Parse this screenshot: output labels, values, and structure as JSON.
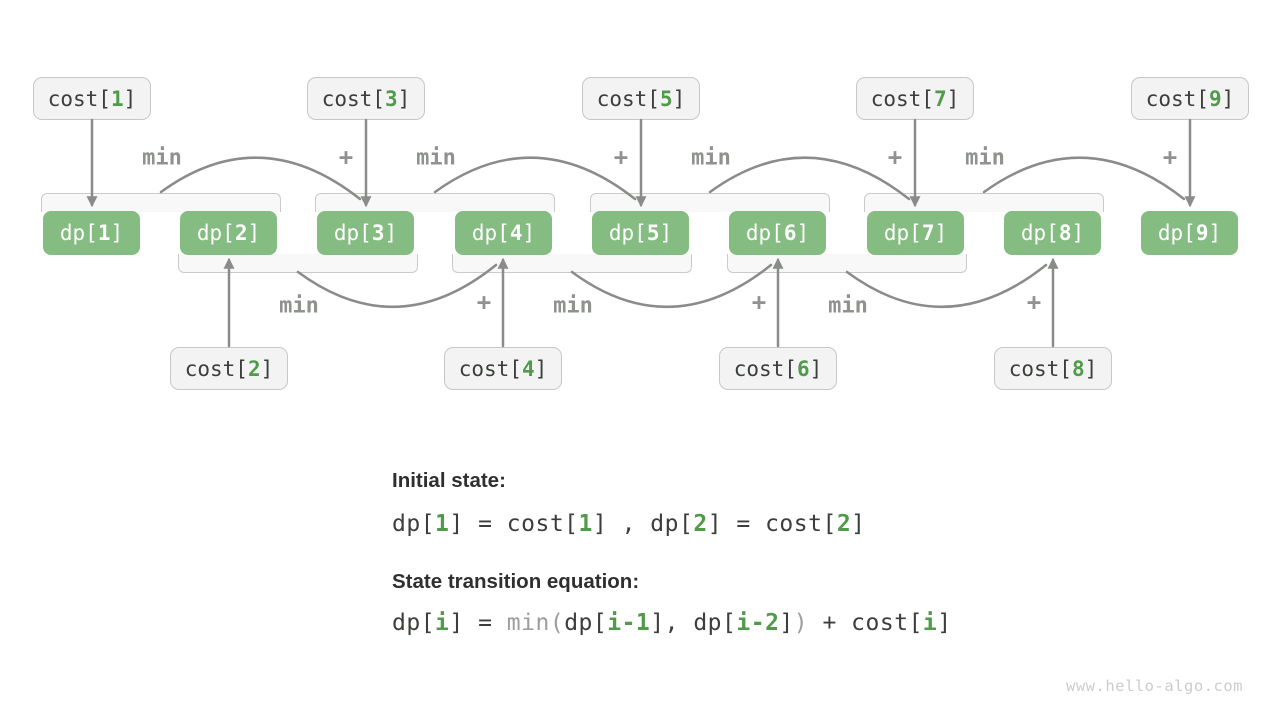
{
  "colors": {
    "dp_box_green": "#85bc82",
    "number_green": "#4f9b4a",
    "text_dark": "#3b3e3b",
    "arrow_gray": "#898c89",
    "operator_gray": "#8f928f",
    "equation_gray": "#9b9e9b",
    "cost_box_fill": "#f2f3f2",
    "bracket_fill": "#f7f8f7"
  },
  "diagram": {
    "min_label": "min",
    "plus_label": "+",
    "cost_boxes_top": [
      {
        "prefix": "cost[",
        "num": "1",
        "suffix": "]"
      },
      {
        "prefix": "cost[",
        "num": "3",
        "suffix": "]"
      },
      {
        "prefix": "cost[",
        "num": "5",
        "suffix": "]"
      },
      {
        "prefix": "cost[",
        "num": "7",
        "suffix": "]"
      },
      {
        "prefix": "cost[",
        "num": "9",
        "suffix": "]"
      }
    ],
    "cost_boxes_bottom": [
      {
        "prefix": "cost[",
        "num": "2",
        "suffix": "]"
      },
      {
        "prefix": "cost[",
        "num": "4",
        "suffix": "]"
      },
      {
        "prefix": "cost[",
        "num": "6",
        "suffix": "]"
      },
      {
        "prefix": "cost[",
        "num": "8",
        "suffix": "]"
      }
    ],
    "dp_boxes": [
      {
        "prefix": "dp[",
        "num": "1",
        "suffix": "]"
      },
      {
        "prefix": "dp[",
        "num": "2",
        "suffix": "]"
      },
      {
        "prefix": "dp[",
        "num": "3",
        "suffix": "]"
      },
      {
        "prefix": "dp[",
        "num": "4",
        "suffix": "]"
      },
      {
        "prefix": "dp[",
        "num": "5",
        "suffix": "]"
      },
      {
        "prefix": "dp[",
        "num": "6",
        "suffix": "]"
      },
      {
        "prefix": "dp[",
        "num": "7",
        "suffix": "]"
      },
      {
        "prefix": "dp[",
        "num": "8",
        "suffix": "]"
      },
      {
        "prefix": "dp[",
        "num": "9",
        "suffix": "]"
      }
    ]
  },
  "notes": {
    "initial_title": "Initial state:",
    "initial_eq": [
      {
        "t": "dp["
      },
      {
        "t": "1"
      },
      {
        "t": "] = cost["
      },
      {
        "t": "1"
      },
      {
        "t": "] , dp["
      },
      {
        "t": "2"
      },
      {
        "t": "] = cost["
      },
      {
        "t": "2"
      },
      {
        "t": "]"
      }
    ],
    "transition_title": "State transition equation:",
    "transition_eq": [
      {
        "t": "dp["
      },
      {
        "t": "i"
      },
      {
        "t": "] = "
      },
      {
        "t": "min("
      },
      {
        "t": "dp["
      },
      {
        "t": "i-1"
      },
      {
        "t": "], dp["
      },
      {
        "t": "i-2"
      },
      {
        "t": "]"
      },
      {
        "t": ")"
      },
      {
        "t": " + cost["
      },
      {
        "t": "i"
      },
      {
        "t": "]"
      }
    ]
  },
  "watermark": "www.hello-algo.com"
}
